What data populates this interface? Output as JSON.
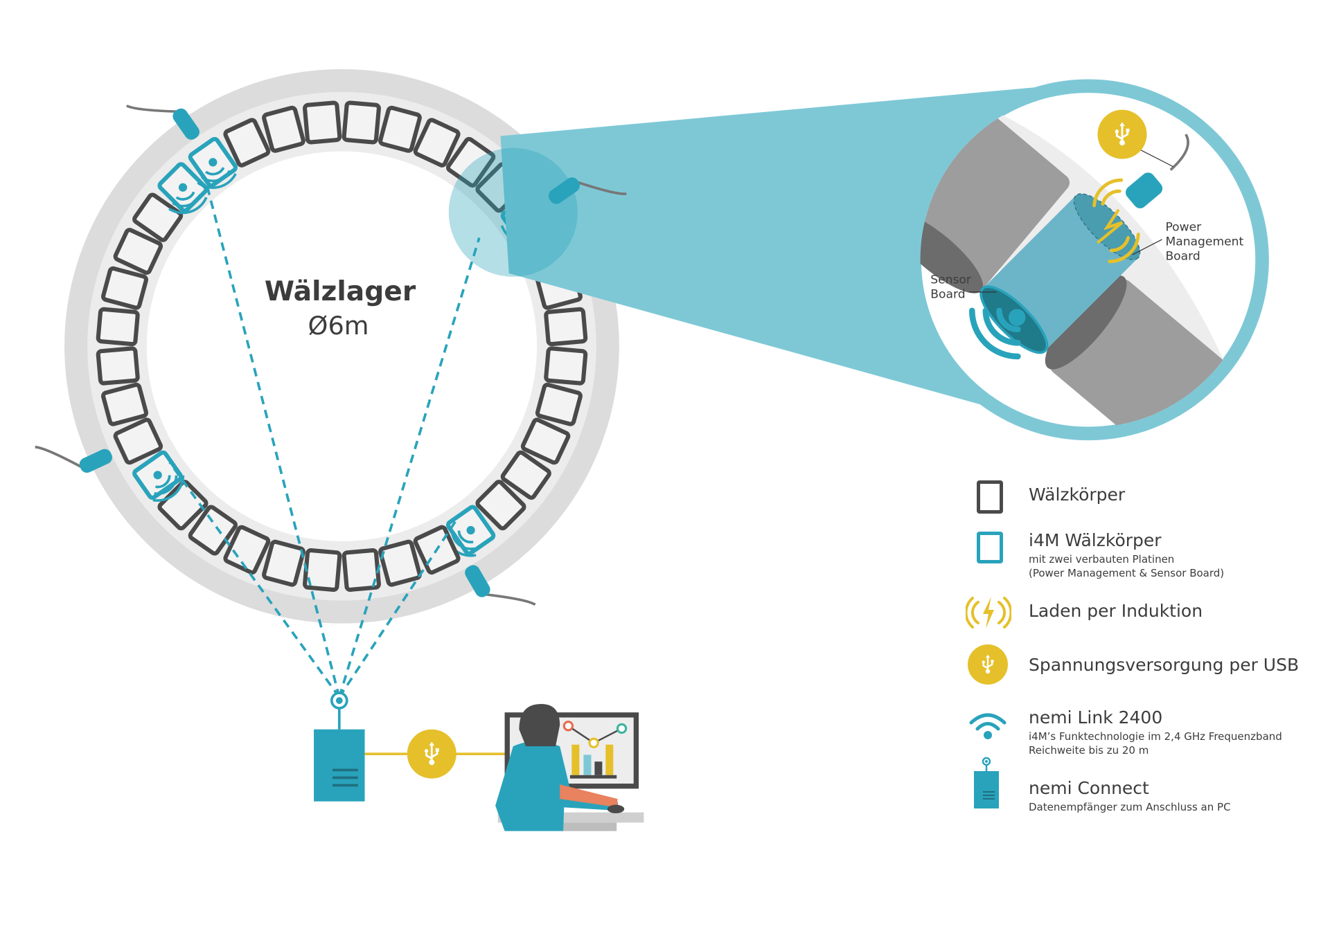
{
  "title": {
    "name": "Wälzlager",
    "diameter": "Ø6m"
  },
  "zoom_labels": {
    "power": [
      "Power",
      "Management",
      "Board"
    ],
    "sensor": [
      "Sensor",
      "Board"
    ]
  },
  "legend": [
    {
      "icon": "roller-icon",
      "title": "Wälzkörper"
    },
    {
      "icon": "i4m-roller-icon",
      "title": "i4M Wälzkörper",
      "sub": [
        "mit zwei verbauten Platinen",
        "(Power Management & Sensor Board)"
      ]
    },
    {
      "icon": "induction-icon",
      "title": "Laden per Induktion"
    },
    {
      "icon": "usb-icon",
      "title": "Spannungsversorgung per USB"
    },
    {
      "icon": "wifi-icon",
      "title": "nemi Link 2400",
      "sub": [
        "i4M’s Funktechnologie im 2,4 GHz Frequenzband",
        "Reichweite bis zu 20 m"
      ]
    },
    {
      "icon": "receiver-icon",
      "title": "nemi Connect",
      "sub": [
        "Datenempfänger zum Anschluss an PC"
      ]
    }
  ],
  "colors": {
    "teal": "#29a3bb",
    "light_teal": "#7ec8d6",
    "yellow": "#e5c02a",
    "dark": "#4a4a4a",
    "ring": "#dcdcdc",
    "ring_inner": "#ececec"
  }
}
